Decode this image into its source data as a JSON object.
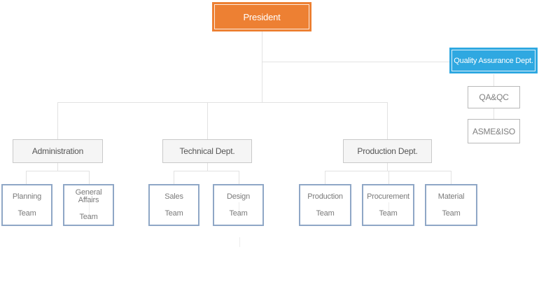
{
  "org": {
    "president": {
      "label": "President"
    },
    "quality_assurance": {
      "label": "Quality Assurance Dept."
    },
    "qa_qc": {
      "label": "QA&QC"
    },
    "asme_iso": {
      "label": "ASME&ISO"
    },
    "departments": {
      "administration": {
        "label": "Administration"
      },
      "technical": {
        "label": "Technical Dept."
      },
      "production": {
        "label": "Production Dept."
      }
    },
    "teams": {
      "planning": {
        "l1": "Planning",
        "l2": "Team"
      },
      "general_affairs": {
        "l1": "General Affairs",
        "l2": "Team"
      },
      "sales": {
        "l1": "Sales",
        "l2": "Team"
      },
      "design": {
        "l1": "Design",
        "l2": "Team"
      },
      "production": {
        "l1": "Production",
        "l2": "Team"
      },
      "procurement": {
        "l1": "Procurement",
        "l2": "Team"
      },
      "material": {
        "l1": "Material",
        "l2": "Team"
      }
    },
    "colors": {
      "president_fill": "#ED8033",
      "quality_assurance_fill": "#2FA8E1",
      "department_fill": "#F5F5F5",
      "department_border": "#C9C9C9",
      "team_border": "#8FA7C6",
      "plain_border": "#B9B9B9",
      "connector": "#E2E2E2"
    }
  }
}
